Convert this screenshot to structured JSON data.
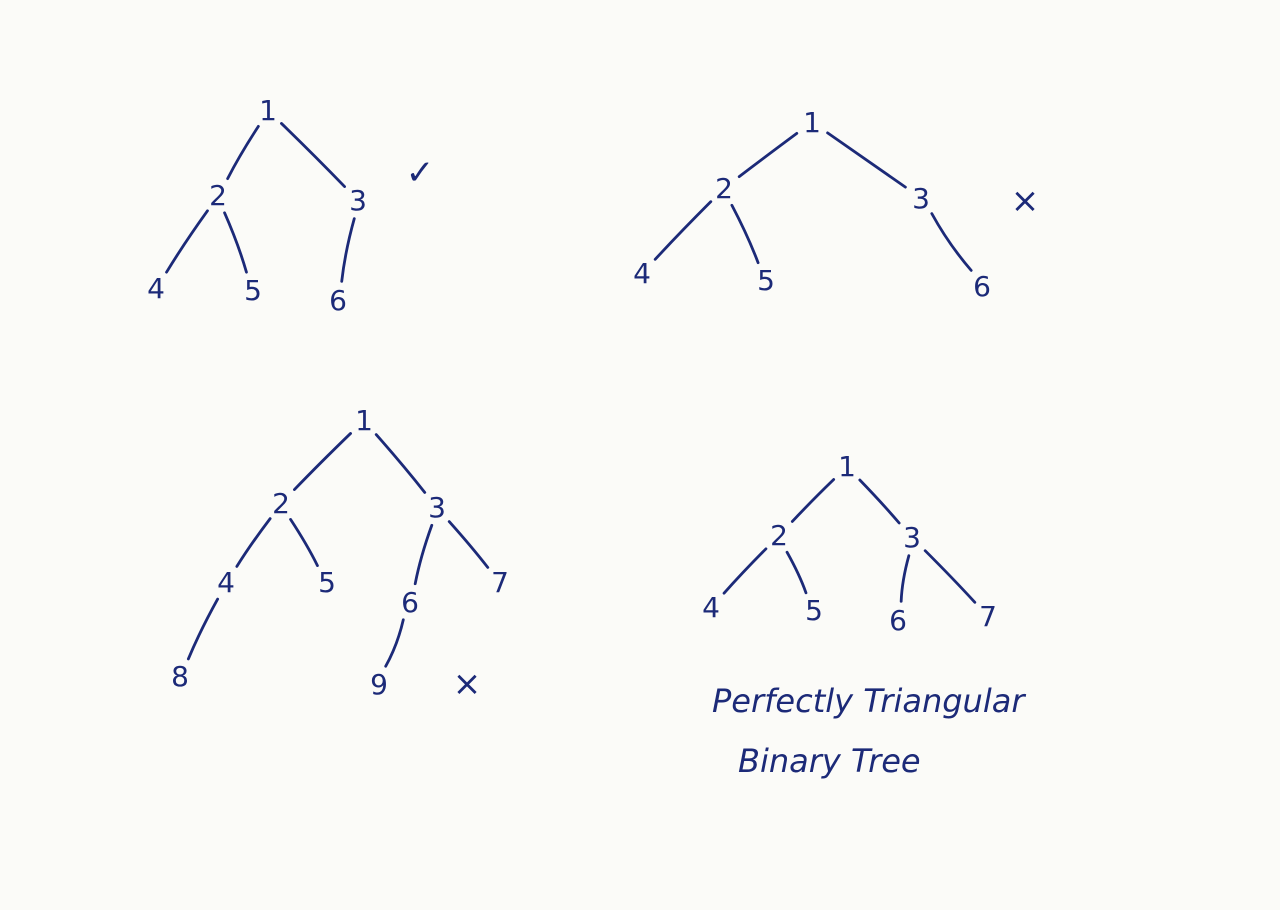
{
  "colors": {
    "ink": "#1c2a78",
    "paper": "#fbfbf8"
  },
  "trees": [
    {
      "id": "tree-1",
      "mark": "✓",
      "nodes": [
        {
          "id": "1",
          "label": "1"
        },
        {
          "id": "2",
          "label": "2"
        },
        {
          "id": "3",
          "label": "3"
        },
        {
          "id": "4",
          "label": "4"
        },
        {
          "id": "5",
          "label": "5"
        },
        {
          "id": "6",
          "label": "6"
        }
      ],
      "edges": [
        [
          "1",
          "2"
        ],
        [
          "1",
          "3"
        ],
        [
          "2",
          "4"
        ],
        [
          "2",
          "5"
        ],
        [
          "3",
          "6"
        ]
      ]
    },
    {
      "id": "tree-2",
      "mark": "×",
      "nodes": [
        {
          "id": "1",
          "label": "1"
        },
        {
          "id": "2",
          "label": "2"
        },
        {
          "id": "3",
          "label": "3"
        },
        {
          "id": "4",
          "label": "4"
        },
        {
          "id": "5",
          "label": "5"
        },
        {
          "id": "6",
          "label": "6"
        }
      ],
      "edges": [
        [
          "1",
          "2"
        ],
        [
          "1",
          "3"
        ],
        [
          "2",
          "4"
        ],
        [
          "2",
          "5"
        ],
        [
          "3",
          "6"
        ]
      ]
    },
    {
      "id": "tree-3",
      "mark": "×",
      "nodes": [
        {
          "id": "1",
          "label": "1"
        },
        {
          "id": "2",
          "label": "2"
        },
        {
          "id": "3",
          "label": "3"
        },
        {
          "id": "4",
          "label": "4"
        },
        {
          "id": "5",
          "label": "5"
        },
        {
          "id": "6",
          "label": "6"
        },
        {
          "id": "7",
          "label": "7"
        },
        {
          "id": "8",
          "label": "8"
        },
        {
          "id": "9",
          "label": "9"
        }
      ],
      "edges": [
        [
          "1",
          "2"
        ],
        [
          "1",
          "3"
        ],
        [
          "2",
          "4"
        ],
        [
          "2",
          "5"
        ],
        [
          "3",
          "6"
        ],
        [
          "3",
          "7"
        ],
        [
          "4",
          "8"
        ],
        [
          "6",
          "9"
        ]
      ]
    },
    {
      "id": "tree-4",
      "mark": "",
      "nodes": [
        {
          "id": "1",
          "label": "1"
        },
        {
          "id": "2",
          "label": "2"
        },
        {
          "id": "3",
          "label": "3"
        },
        {
          "id": "4",
          "label": "4"
        },
        {
          "id": "5",
          "label": "5"
        },
        {
          "id": "6",
          "label": "6"
        },
        {
          "id": "7",
          "label": "7"
        }
      ],
      "edges": [
        [
          "1",
          "2"
        ],
        [
          "1",
          "3"
        ],
        [
          "2",
          "4"
        ],
        [
          "2",
          "5"
        ],
        [
          "3",
          "6"
        ],
        [
          "3",
          "7"
        ]
      ]
    }
  ],
  "caption": {
    "line1": "Perfectly Triangular",
    "line2": "Binary Tree"
  }
}
